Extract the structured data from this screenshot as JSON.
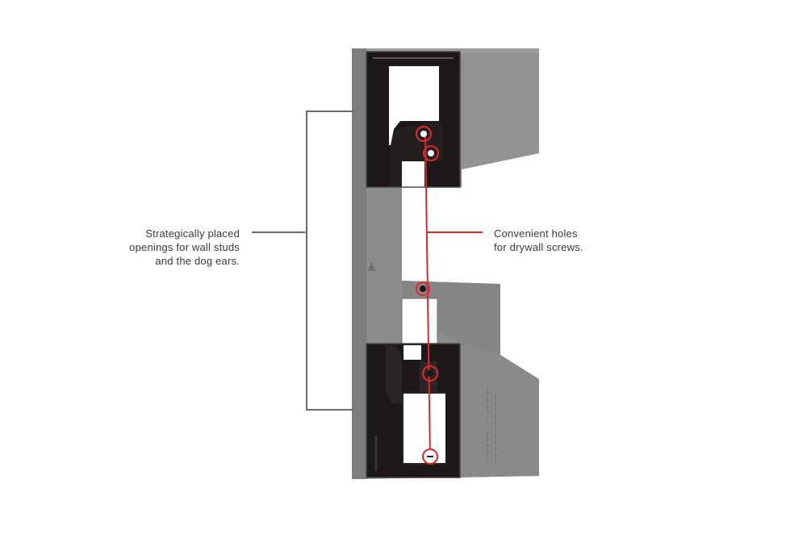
{
  "callouts": {
    "left": {
      "lines": [
        "Strategically placed",
        "openings for wall studs",
        "and the dog ears."
      ]
    },
    "right": {
      "lines": [
        "Convenient holes",
        "for drywall screws."
      ]
    }
  },
  "colors": {
    "bracket_body": "#8c8c8c",
    "bracket_shadow": "#777777",
    "bracket_light": "#9d9d9d",
    "opening": "#1c1818",
    "leader_left": "#6b6b6b",
    "leader_right": "#e3262b",
    "hole_ring": "#e3262b"
  },
  "icons": [
    "screw-hole-icon",
    "arrow-up-icon"
  ]
}
